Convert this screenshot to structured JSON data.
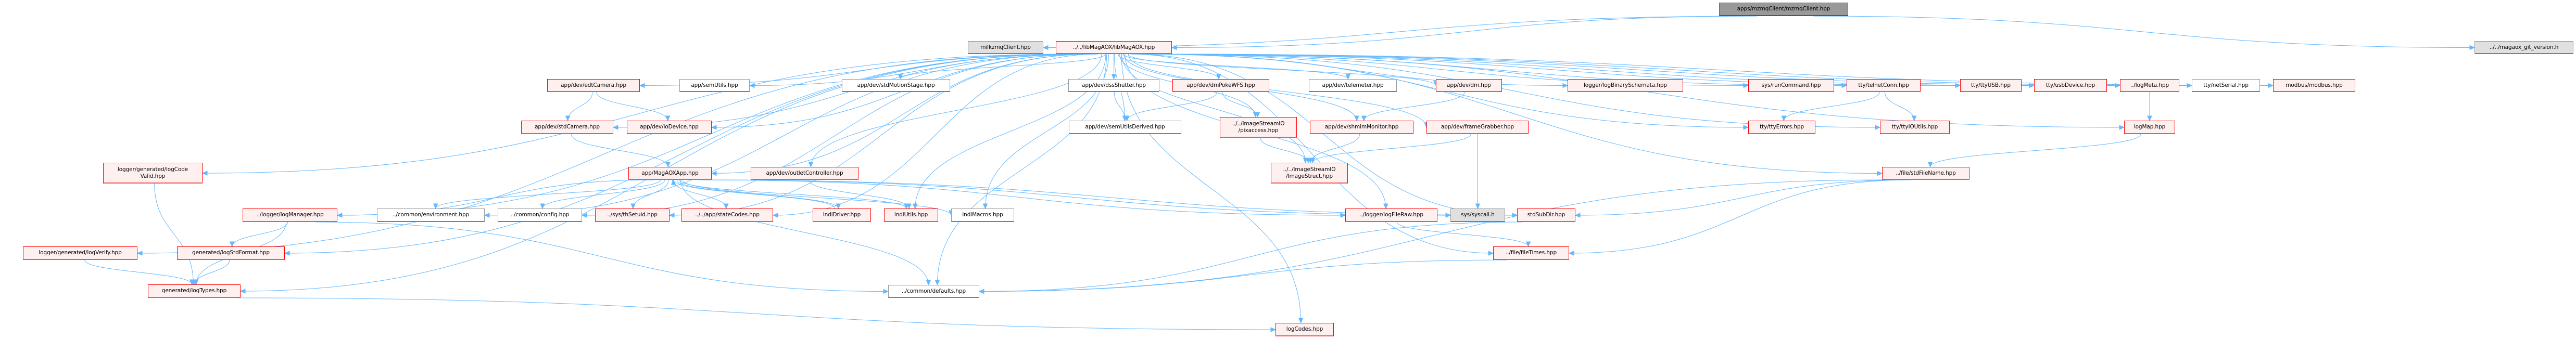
{
  "title": "mzmqClient.hpp include dependency graph",
  "colors": {
    "edge": "#63b8ff",
    "node_red_fill": "#fff0f0",
    "node_red_border": "#ff0000",
    "node_root_fill": "#999999",
    "node_ext_fill": "#e0e0e0",
    "node_plain_fill": "#ffffff"
  },
  "nodes": [
    {
      "id": "mzmqClient",
      "label": "apps/mzmqClient/mzmqClient.hpp",
      "kind": "dark"
    },
    {
      "id": "milkzmq",
      "label": "milkzmqClient.hpp",
      "kind": "grey"
    },
    {
      "id": "libMagAOX",
      "label": "../../libMagAOX/libMagAOX.hpp",
      "kind": "red"
    },
    {
      "id": "gitver",
      "label": "../../magaox_git_version.h",
      "kind": "grey"
    },
    {
      "id": "edtCamera",
      "label": "app/dev/edtCamera.hpp",
      "kind": "red"
    },
    {
      "id": "semUtils",
      "label": "app/semUtils.hpp",
      "kind": "white"
    },
    {
      "id": "stdMotionStage",
      "label": "app/dev/stdMotionStage.hpp",
      "kind": "white"
    },
    {
      "id": "dssShutter",
      "label": "app/dev/dssShutter.hpp",
      "kind": "white"
    },
    {
      "id": "dmPokeWFS",
      "label": "app/dev/dmPokeWFS.hpp",
      "kind": "red"
    },
    {
      "id": "telemeter",
      "label": "app/dev/telemeter.hpp",
      "kind": "white"
    },
    {
      "id": "dm",
      "label": "app/dev/dm.hpp",
      "kind": "red"
    },
    {
      "id": "logBinarySchemata",
      "label": "logger/logBinarySchemata.hpp",
      "kind": "red"
    },
    {
      "id": "runCommand",
      "label": "sys/runCommand.hpp",
      "kind": "red"
    },
    {
      "id": "telnetConn",
      "label": "tty/telnetConn.hpp",
      "kind": "red"
    },
    {
      "id": "ttyUSB",
      "label": "tty/ttyUSB.hpp",
      "kind": "red"
    },
    {
      "id": "usbDevice",
      "label": "tty/usbDevice.hpp",
      "kind": "red"
    },
    {
      "id": "logMeta",
      "label": "../logMeta.hpp",
      "kind": "red"
    },
    {
      "id": "netSerial",
      "label": "tty/netSerial.hpp",
      "kind": "white"
    },
    {
      "id": "modbus",
      "label": "modbus/modbus.hpp",
      "kind": "red"
    },
    {
      "id": "stdCamera",
      "label": "app/dev/stdCamera.hpp",
      "kind": "red"
    },
    {
      "id": "ioDevice",
      "label": "app/dev/ioDevice.hpp",
      "kind": "red"
    },
    {
      "id": "semUtilsDerived",
      "label": "app/dev/semUtilsDerived.hpp",
      "kind": "white"
    },
    {
      "id": "pixaccess",
      "label": "../../ImageStreamIO\n/pixaccess.hpp",
      "kind": "red"
    },
    {
      "id": "shmimMonitor",
      "label": "app/dev/shmimMonitor.hpp",
      "kind": "red"
    },
    {
      "id": "frameGrabber",
      "label": "app/dev/frameGrabber.hpp",
      "kind": "red"
    },
    {
      "id": "ttyErrors",
      "label": "tty/ttyErrors.hpp",
      "kind": "red"
    },
    {
      "id": "ttyIOUtils",
      "label": "tty/ttyIOUtils.hpp",
      "kind": "red"
    },
    {
      "id": "logMap",
      "label": "logMap.hpp",
      "kind": "red"
    },
    {
      "id": "logCodeValid",
      "label": "logger/generated/logCode\nValid.hpp",
      "kind": "red"
    },
    {
      "id": "MagAOXApp",
      "label": "app/MagAOXApp.hpp",
      "kind": "red"
    },
    {
      "id": "outletController",
      "label": "app/dev/outletController.hpp",
      "kind": "red"
    },
    {
      "id": "ImageStruct",
      "label": "../../ImageStreamIO\n/ImageStruct.hpp",
      "kind": "red"
    },
    {
      "id": "stdFileName",
      "label": "../file/stdFileName.hpp",
      "kind": "red"
    },
    {
      "id": "logManager",
      "label": "../logger/logManager.hpp",
      "kind": "red"
    },
    {
      "id": "environment",
      "label": "../common/environment.hpp",
      "kind": "white"
    },
    {
      "id": "config",
      "label": "../common/config.hpp",
      "kind": "white"
    },
    {
      "id": "thSetuid",
      "label": "../sys/thSetuid.hpp",
      "kind": "red"
    },
    {
      "id": "stateCodes",
      "label": "../../app/stateCodes.hpp",
      "kind": "red"
    },
    {
      "id": "indiDriver",
      "label": "indiDriver.hpp",
      "kind": "red"
    },
    {
      "id": "indiUtils",
      "label": "indiUtils.hpp",
      "kind": "red"
    },
    {
      "id": "indiMacros",
      "label": "indiMacros.hpp",
      "kind": "white"
    },
    {
      "id": "logFileRaw",
      "label": "../logger/logFileRaw.hpp",
      "kind": "red"
    },
    {
      "id": "syscall",
      "label": "sys/syscall.h",
      "kind": "grey"
    },
    {
      "id": "stdSubDir",
      "label": "stdSubDir.hpp",
      "kind": "red"
    },
    {
      "id": "logVerify",
      "label": "logger/generated/logVerify.hpp",
      "kind": "red"
    },
    {
      "id": "logStdFormat",
      "label": "generated/logStdFormat.hpp",
      "kind": "red"
    },
    {
      "id": "fileTimes",
      "label": "../file/fileTimes.hpp",
      "kind": "red"
    },
    {
      "id": "logTypes",
      "label": "generated/logTypes.hpp",
      "kind": "red"
    },
    {
      "id": "defaults",
      "label": "../common/defaults.hpp",
      "kind": "white"
    },
    {
      "id": "logCodes",
      "label": "logCodes.hpp",
      "kind": "red"
    }
  ],
  "edges": [
    [
      "mzmqClient",
      "milkzmq"
    ],
    [
      "mzmqClient",
      "libMagAOX"
    ],
    [
      "mzmqClient",
      "gitver"
    ],
    [
      "libMagAOX",
      "edtCamera"
    ],
    [
      "libMagAOX",
      "semUtils"
    ],
    [
      "libMagAOX",
      "stdMotionStage"
    ],
    [
      "libMagAOX",
      "dssShutter"
    ],
    [
      "libMagAOX",
      "dmPokeWFS"
    ],
    [
      "libMagAOX",
      "telemeter"
    ],
    [
      "libMagAOX",
      "dm"
    ],
    [
      "libMagAOX",
      "logBinarySchemata"
    ],
    [
      "libMagAOX",
      "runCommand"
    ],
    [
      "libMagAOX",
      "telnetConn"
    ],
    [
      "libMagAOX",
      "ttyUSB"
    ],
    [
      "libMagAOX",
      "usbDevice"
    ],
    [
      "libMagAOX",
      "logMeta"
    ],
    [
      "libMagAOX",
      "netSerial"
    ],
    [
      "libMagAOX",
      "modbus"
    ],
    [
      "libMagAOX",
      "stdCamera"
    ],
    [
      "libMagAOX",
      "ioDevice"
    ],
    [
      "libMagAOX",
      "semUtilsDerived"
    ],
    [
      "libMagAOX",
      "pixaccess"
    ],
    [
      "libMagAOX",
      "shmimMonitor"
    ],
    [
      "libMagAOX",
      "frameGrabber"
    ],
    [
      "libMagAOX",
      "ttyErrors"
    ],
    [
      "libMagAOX",
      "ttyIOUtils"
    ],
    [
      "libMagAOX",
      "logMap"
    ],
    [
      "libMagAOX",
      "logCodeValid"
    ],
    [
      "libMagAOX",
      "MagAOXApp"
    ],
    [
      "libMagAOX",
      "outletController"
    ],
    [
      "libMagAOX",
      "ImageStruct"
    ],
    [
      "libMagAOX",
      "stdFileName"
    ],
    [
      "libMagAOX",
      "logManager"
    ],
    [
      "libMagAOX",
      "environment"
    ],
    [
      "libMagAOX",
      "config"
    ],
    [
      "libMagAOX",
      "thSetuid"
    ],
    [
      "libMagAOX",
      "stateCodes"
    ],
    [
      "libMagAOX",
      "indiUtils"
    ],
    [
      "libMagAOX",
      "indiMacros"
    ],
    [
      "libMagAOX",
      "logFileRaw"
    ],
    [
      "libMagAOX",
      "stdSubDir"
    ],
    [
      "libMagAOX",
      "logVerify"
    ],
    [
      "libMagAOX",
      "logStdFormat"
    ],
    [
      "libMagAOX",
      "fileTimes"
    ],
    [
      "libMagAOX",
      "logTypes"
    ],
    [
      "libMagAOX",
      "defaults"
    ],
    [
      "libMagAOX",
      "logCodes"
    ],
    [
      "edtCamera",
      "stdCamera"
    ],
    [
      "edtCamera",
      "ioDevice"
    ],
    [
      "stdCamera",
      "MagAOXApp"
    ],
    [
      "dmPokeWFS",
      "semUtilsDerived"
    ],
    [
      "dmPokeWFS",
      "pixaccess"
    ],
    [
      "dssShutter",
      "semUtilsDerived"
    ],
    [
      "pixaccess",
      "ImageStruct"
    ],
    [
      "dm",
      "shmimMonitor"
    ],
    [
      "shmimMonitor",
      "ImageStruct"
    ],
    [
      "frameGrabber",
      "ImageStruct"
    ],
    [
      "frameGrabber",
      "syscall"
    ],
    [
      "telnetConn",
      "ttyErrors"
    ],
    [
      "telnetConn",
      "ttyIOUtils"
    ],
    [
      "logMeta",
      "logMap"
    ],
    [
      "logMap",
      "stdFileName"
    ],
    [
      "MagAOXApp",
      "logManager"
    ],
    [
      "MagAOXApp",
      "environment"
    ],
    [
      "MagAOXApp",
      "config"
    ],
    [
      "MagAOXApp",
      "thSetuid"
    ],
    [
      "MagAOXApp",
      "stateCodes"
    ],
    [
      "MagAOXApp",
      "indiDriver"
    ],
    [
      "MagAOXApp",
      "indiUtils"
    ],
    [
      "MagAOXApp",
      "indiMacros"
    ],
    [
      "MagAOXApp",
      "logFileRaw"
    ],
    [
      "MagAOXApp",
      "syscall"
    ],
    [
      "MagAOXApp",
      "stdSubDir"
    ],
    [
      "MagAOXApp",
      "defaults"
    ],
    [
      "indiDriver",
      "MagAOXApp"
    ],
    [
      "outletController",
      "indiUtils"
    ],
    [
      "stdFileName",
      "stdSubDir"
    ],
    [
      "stdFileName",
      "fileTimes"
    ],
    [
      "stdFileName",
      "defaults"
    ],
    [
      "logManager",
      "logStdFormat"
    ],
    [
      "logManager",
      "logTypes"
    ],
    [
      "logManager",
      "defaults"
    ],
    [
      "logCodeValid",
      "logTypes"
    ],
    [
      "logVerify",
      "logTypes"
    ],
    [
      "logStdFormat",
      "logTypes"
    ],
    [
      "logFileRaw",
      "fileTimes"
    ],
    [
      "stdSubDir",
      "defaults"
    ],
    [
      "fileTimes",
      "defaults"
    ],
    [
      "logTypes",
      "logCodes"
    ]
  ]
}
